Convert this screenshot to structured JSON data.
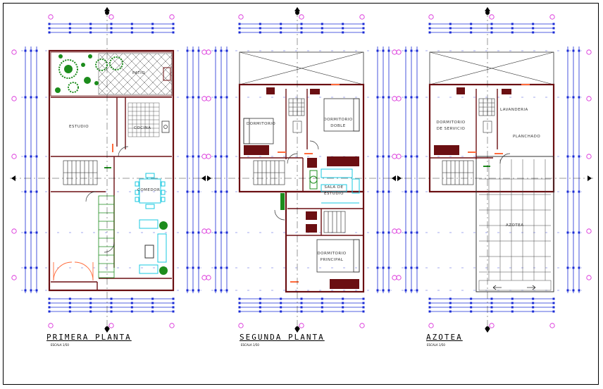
{
  "plans": [
    {
      "title": "PRIMERA  PLANTA",
      "scale": "ESCALA 1/50",
      "rooms": [
        {
          "label": "ESTUDIO"
        },
        {
          "label": "COCINA"
        },
        {
          "label": "COMEDOR"
        },
        {
          "label": "PATIO"
        }
      ]
    },
    {
      "title": "SEGUNDA  PLANTA",
      "scale": "ESCALA 1/50",
      "rooms": [
        {
          "label": "DORMITORIO"
        },
        {
          "label": "DORMITORIO DOBLE"
        },
        {
          "label": "SALA DE ESTUDIO"
        },
        {
          "label": "DORMITORIO PRINCIPAL"
        }
      ]
    },
    {
      "title": "AZOTEA",
      "scale": "ESCALA 1/50",
      "rooms": [
        {
          "label": "DORMITORIO DE SERVICIO"
        },
        {
          "label": "LAVANDERIA"
        },
        {
          "label": "PLANCHADO"
        },
        {
          "label": "AZOTEA"
        }
      ]
    }
  ],
  "colors": {
    "dimension": "#1a2bd6",
    "axis": "#d61ad6",
    "wall": "#6b0f12",
    "furniture_cyan": "#19c8e0",
    "vegetation": "#1c8c1c",
    "door": "#ff6a3a"
  }
}
